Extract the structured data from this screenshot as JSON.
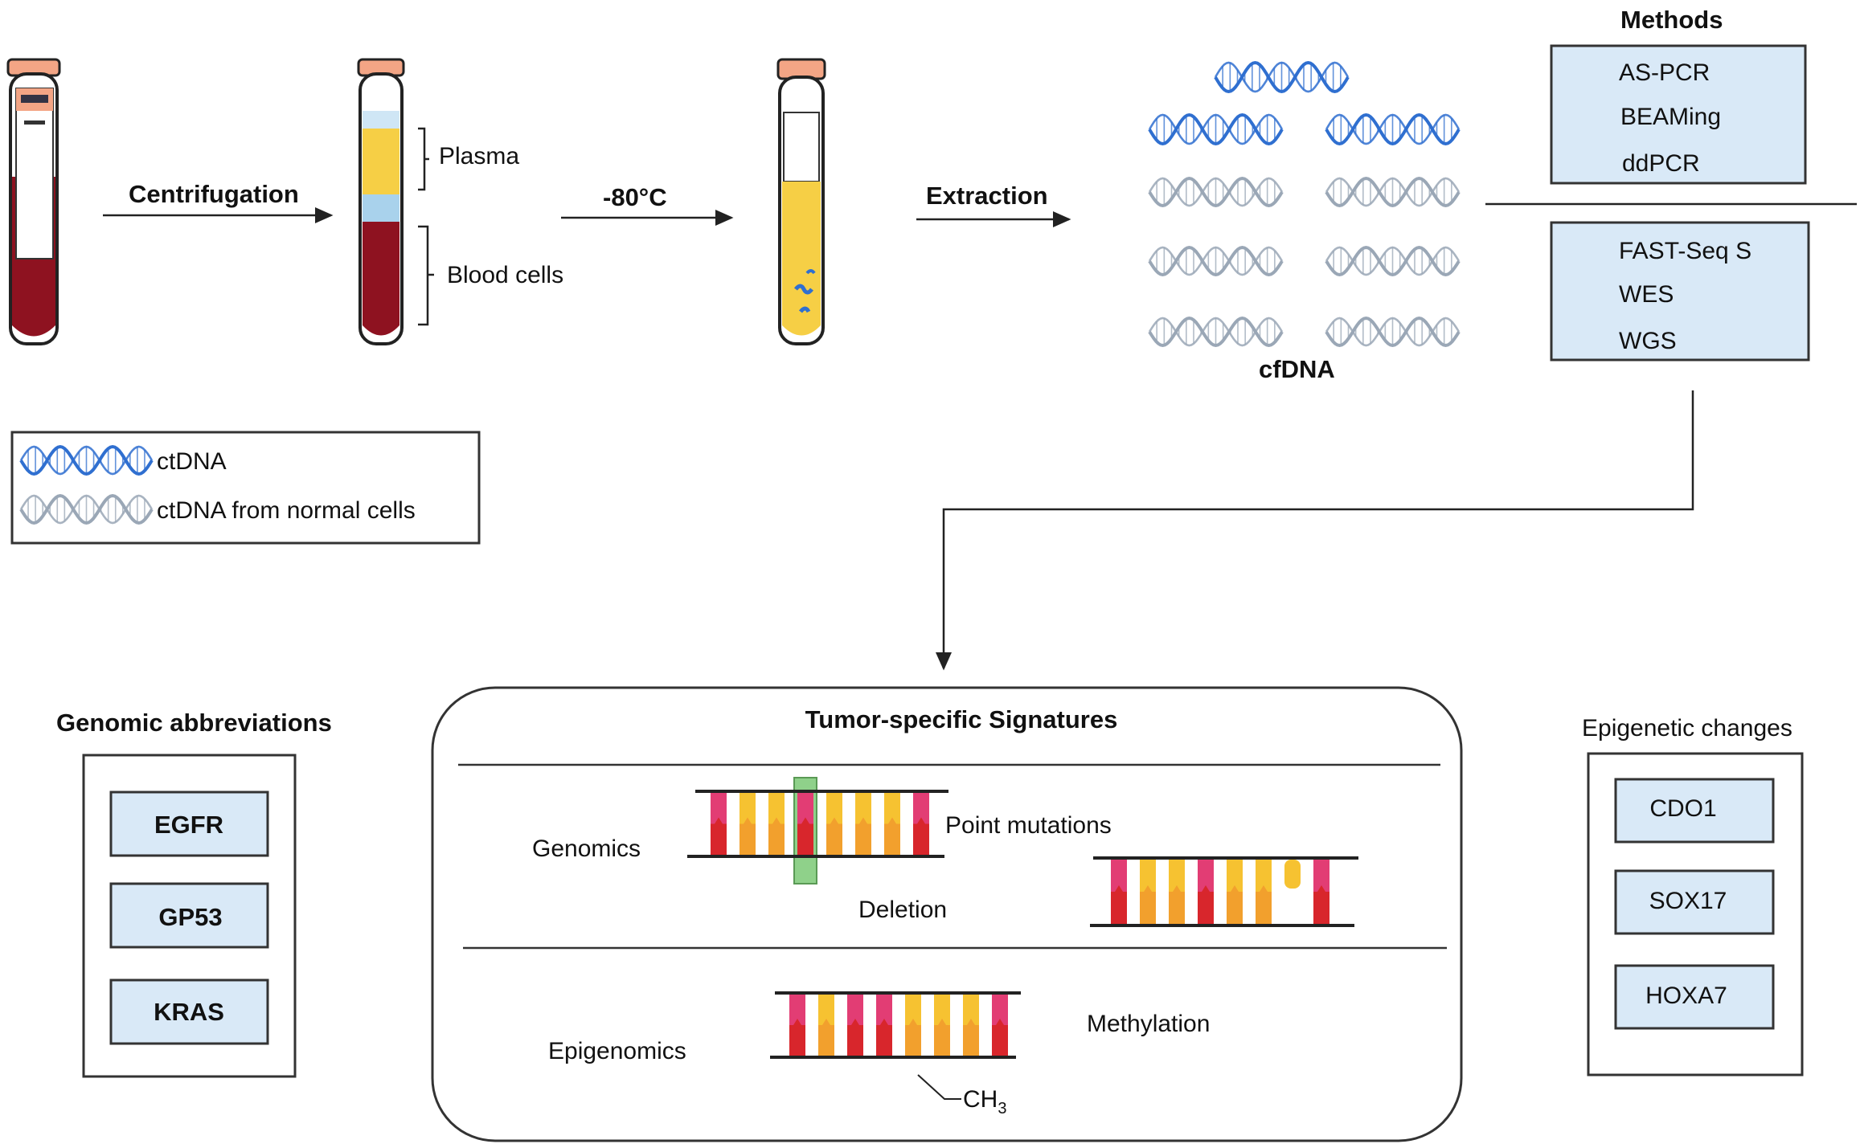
{
  "colors": {
    "blood": "#8e1220",
    "plasma": "#f6cf45",
    "buffy": "#a9d2ec",
    "cap": "#f3a585",
    "ctdna": "#2f6fd0",
    "normal_dna": "#9aa7b6",
    "box_fill": "#d9e9f7",
    "line": "#222222",
    "base_red": "#d8262c",
    "base_pink": "#e23d74",
    "base_yellow": "#f6c231",
    "base_orange": "#f2a02d",
    "highlight_green": "#8fd18a"
  },
  "process": {
    "step1_label": "Centrifugation",
    "step2_label": "-80°C",
    "step3_label": "Extraction",
    "plasma_label": "Plasma",
    "blood_cells_label": "Blood cells",
    "cfdna_label": "cfDNA"
  },
  "legend": {
    "ctdna": "ctDNA",
    "normal": "ctDNA from normal cells"
  },
  "methods": {
    "title": "Methods",
    "group1": [
      "AS-PCR",
      "BEAMing",
      "ddPCR"
    ],
    "group2": [
      "FAST-Seq S",
      "WES",
      "WGS"
    ]
  },
  "genomic": {
    "title": "Genomic abbreviations",
    "items": [
      "EGFR",
      "GP53",
      "KRAS"
    ]
  },
  "signatures": {
    "title": "Tumor-specific Signatures",
    "genomics": "Genomics",
    "point_mutations": "Point mutations",
    "deletion": "Deletion",
    "epigenomics": "Epigenomics",
    "methylation": "Methylation",
    "ch3": "CH",
    "ch3_sub": "3"
  },
  "epigenetic": {
    "title": "Epigenetic changes",
    "items": [
      "CDO1",
      "SOX17",
      "HOXA7"
    ]
  }
}
